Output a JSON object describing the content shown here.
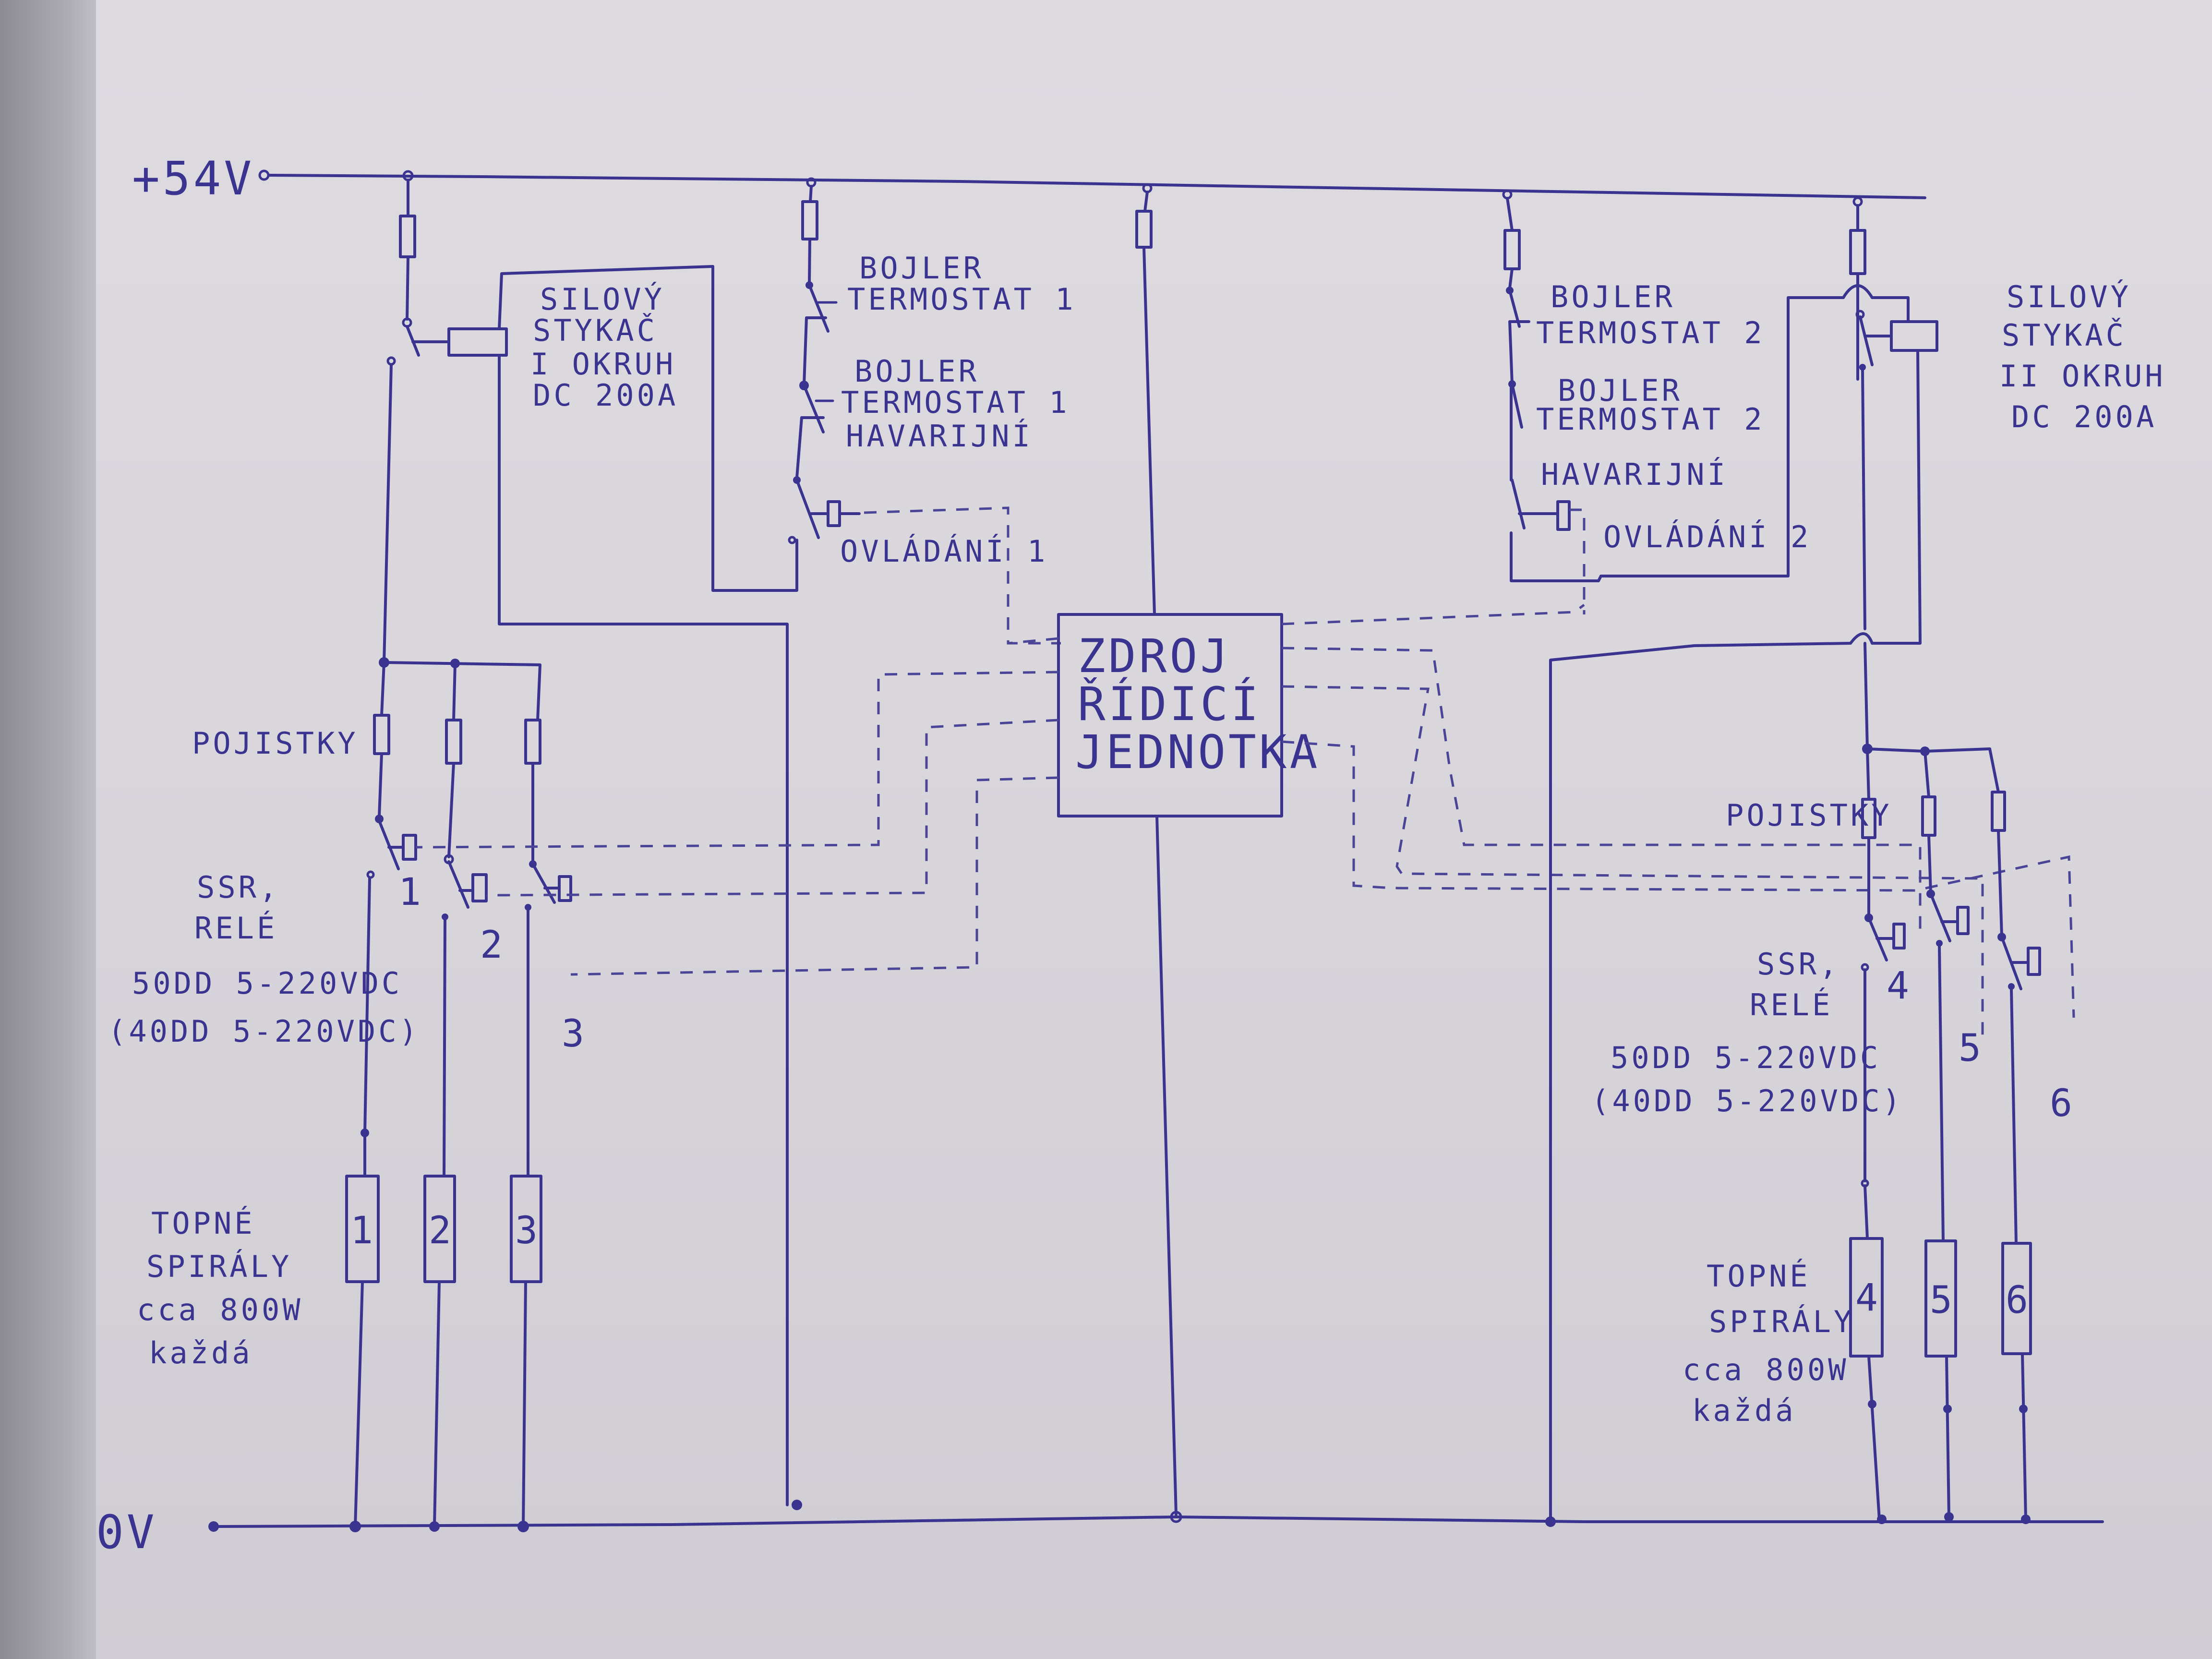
{
  "rails": {
    "positive": "+54V",
    "ground": "0V"
  },
  "contactor_1": {
    "line1": "SILOVÝ",
    "line2": "STYKAČ",
    "line3": "I OKRUH",
    "line4": "DC 200A"
  },
  "contactor_2": {
    "line1": "SILOVÝ",
    "line2": "STYKAČ",
    "line3": "II OKRUH",
    "line4": "DC 200A"
  },
  "boiler_1": {
    "thermostat_line1": "BOJLER",
    "thermostat_line2": "TERMOSTAT 1",
    "emergency_line1": "BOJLER",
    "emergency_line2": "TERMOSTAT 1",
    "emergency_line3": "HAVARIJNÍ",
    "control": "OVLÁDÁNÍ 1"
  },
  "boiler_2": {
    "thermostat_line1": "BOJLER",
    "thermostat_line2": "TERMOSTAT 2",
    "emergency_line1": "BOJLER",
    "emergency_line2": "TERMOSTAT 2",
    "emergency_line3": "HAVARIJNÍ",
    "control": "OVLÁDÁNÍ 2"
  },
  "control_unit": {
    "line1": "ZDROJ",
    "line2": "ŘÍDICÍ",
    "line3": "JEDNOTKA"
  },
  "circuit_left": {
    "fuses_label": "POJISTKY",
    "ssr_line1": "SSR,",
    "ssr_line2": "RELÉ",
    "ssr_model": "50DD 5-220VDC",
    "ssr_alt_model": "(40DD 5-220VDC)",
    "relay_numbers": [
      "1",
      "2",
      "3"
    ],
    "heater_numbers": [
      "1",
      "2",
      "3"
    ],
    "heater_line1": "TOPNÉ",
    "heater_line2": "SPIRÁLY",
    "heater_line3": "cca 800W",
    "heater_line4": "každá"
  },
  "circuit_right": {
    "fuses_label": "POJISTKY",
    "ssr_line1": "SSR,",
    "ssr_line2": "RELÉ",
    "ssr_model": "50DD 5-220VDC",
    "ssr_alt_model": "(40DD 5-220VDC)",
    "relay_numbers": [
      "4",
      "5",
      "6"
    ],
    "heater_numbers": [
      "4",
      "5",
      "6"
    ],
    "heater_line1": "TOPNÉ",
    "heater_line2": "SPIRÁLY",
    "heater_line3": "cca 800W",
    "heater_line4": "každá"
  },
  "colors": {
    "ink": "#3a3490",
    "paper": "#dddbe0"
  }
}
